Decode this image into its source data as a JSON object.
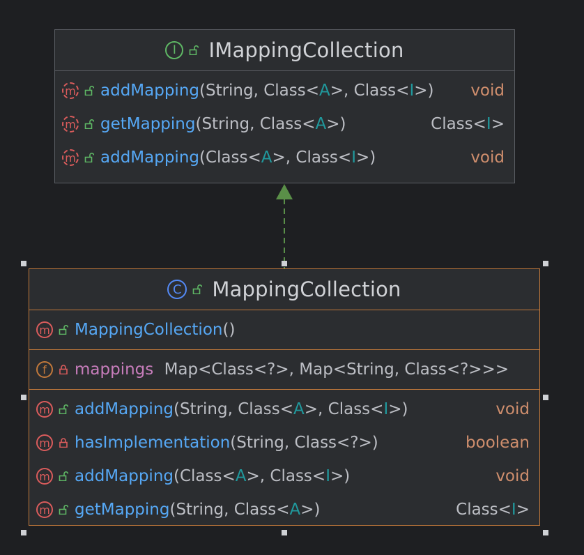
{
  "interface": {
    "icon_letter": "I",
    "title": "IMappingCollection",
    "methods": [
      {
        "name": "addMapping",
        "p1": "(String, Class<",
        "t1": "A",
        "p2": ">, Class<",
        "t2": "I",
        "p3": ">)",
        "ret": "void"
      },
      {
        "name": "getMapping",
        "p1": "(String, Class<",
        "t1": "A",
        "p2": ">)",
        "t2": "",
        "p3": "",
        "ret_pre": "Class<",
        "ret_tp": "I",
        "ret_post": ">"
      },
      {
        "name": "addMapping",
        "p1": "(Class<",
        "t1": "A",
        "p2": ">, Class<",
        "t2": "I",
        "p3": ">)",
        "ret": "void"
      }
    ]
  },
  "class": {
    "icon_letter": "C",
    "title": "MappingCollection",
    "constructor": {
      "name": "MappingCollection",
      "params": "()"
    },
    "field": {
      "name": "mappings",
      "type": "Map<Class<?>, Map<String, Class<?>>>"
    },
    "methods": [
      {
        "name": "addMapping",
        "p1": "(String, Class<",
        "t1": "A",
        "p2": ">, Class<",
        "t2": "I",
        "p3": ">)",
        "ret": "void"
      },
      {
        "name": "hasImplementation",
        "p1": "(String, Class<?>)",
        "ret": "boolean"
      },
      {
        "name": "addMapping",
        "p1": "(Class<",
        "t1": "A",
        "p2": ">, Class<",
        "t2": "I",
        "p3": ">)",
        "ret": "void"
      },
      {
        "name": "getMapping",
        "p1": "(String, Class<",
        "t1": "A",
        "p2": ">)",
        "ret_pre": "Class<",
        "ret_tp": "I",
        "ret_post": ">"
      }
    ]
  },
  "badges": {
    "method": "m",
    "field": "f"
  },
  "colors": {
    "background": "#1e1f22",
    "box": "#2b2d30",
    "selected_border": "#c2793b",
    "method_name": "#56a8f5",
    "field_name": "#c77dbb",
    "type_param": "#20999d",
    "keyword_return": "#cf8e6d",
    "relation_arrow": "#5a8f48"
  },
  "relation": {
    "type": "realization",
    "from": "MappingCollection",
    "to": "IMappingCollection"
  }
}
